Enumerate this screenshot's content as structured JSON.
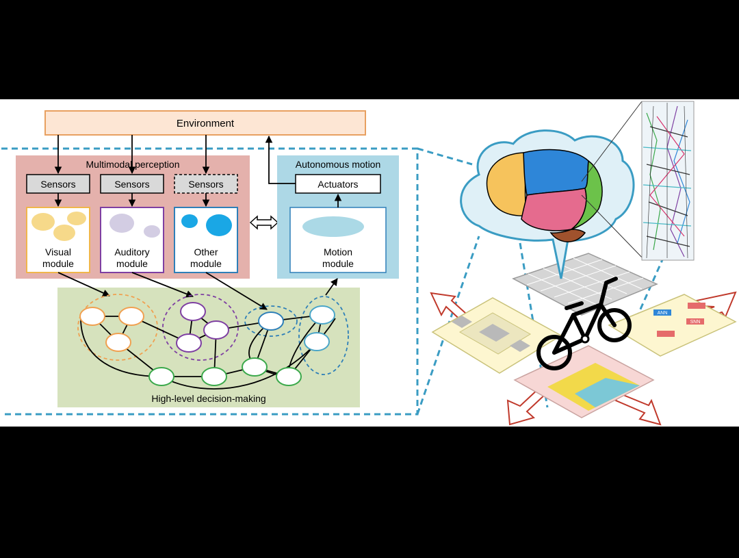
{
  "environment": "Environment",
  "perception": {
    "title": "Multimodal perception",
    "sensors": [
      "Sensors",
      "Sensors",
      "Sensors"
    ],
    "modules": [
      {
        "line1": "Visual",
        "line2": "module"
      },
      {
        "line1": "Auditory",
        "line2": "module"
      },
      {
        "line1": "Other",
        "line2": "module"
      }
    ]
  },
  "motion": {
    "title": "Autonomous motion",
    "actuators": "Actuators",
    "module": {
      "line1": "Motion",
      "line2": "module"
    }
  },
  "decision": "High-level decision-making",
  "chip_labels": {
    "ann": "ANN",
    "snn": "SNN"
  },
  "colors": {
    "environment_fill": "#fde6d4",
    "environment_stroke": "#e8a060",
    "perception_fill": "#e4b1ac",
    "motion_fill": "#add8e6",
    "decision_fill": "#d6e2bd",
    "visual": "#f6d98a",
    "auditory": "#d3cde3",
    "other": "#1aa7e5",
    "motion_blob": "#abd9e6",
    "dashed_border": "#3a9cc3",
    "green_node": "#3aa84a",
    "orange_node": "#f0a050",
    "purple_node": "#7e3fa2",
    "blue_node": "#2e7fb8",
    "brain_yellow": "#f6c35c",
    "brain_blue": "#2e86d8",
    "brain_pink": "#e56b8e",
    "brain_green": "#6cc24a",
    "arrow_red": "#c0392b"
  }
}
